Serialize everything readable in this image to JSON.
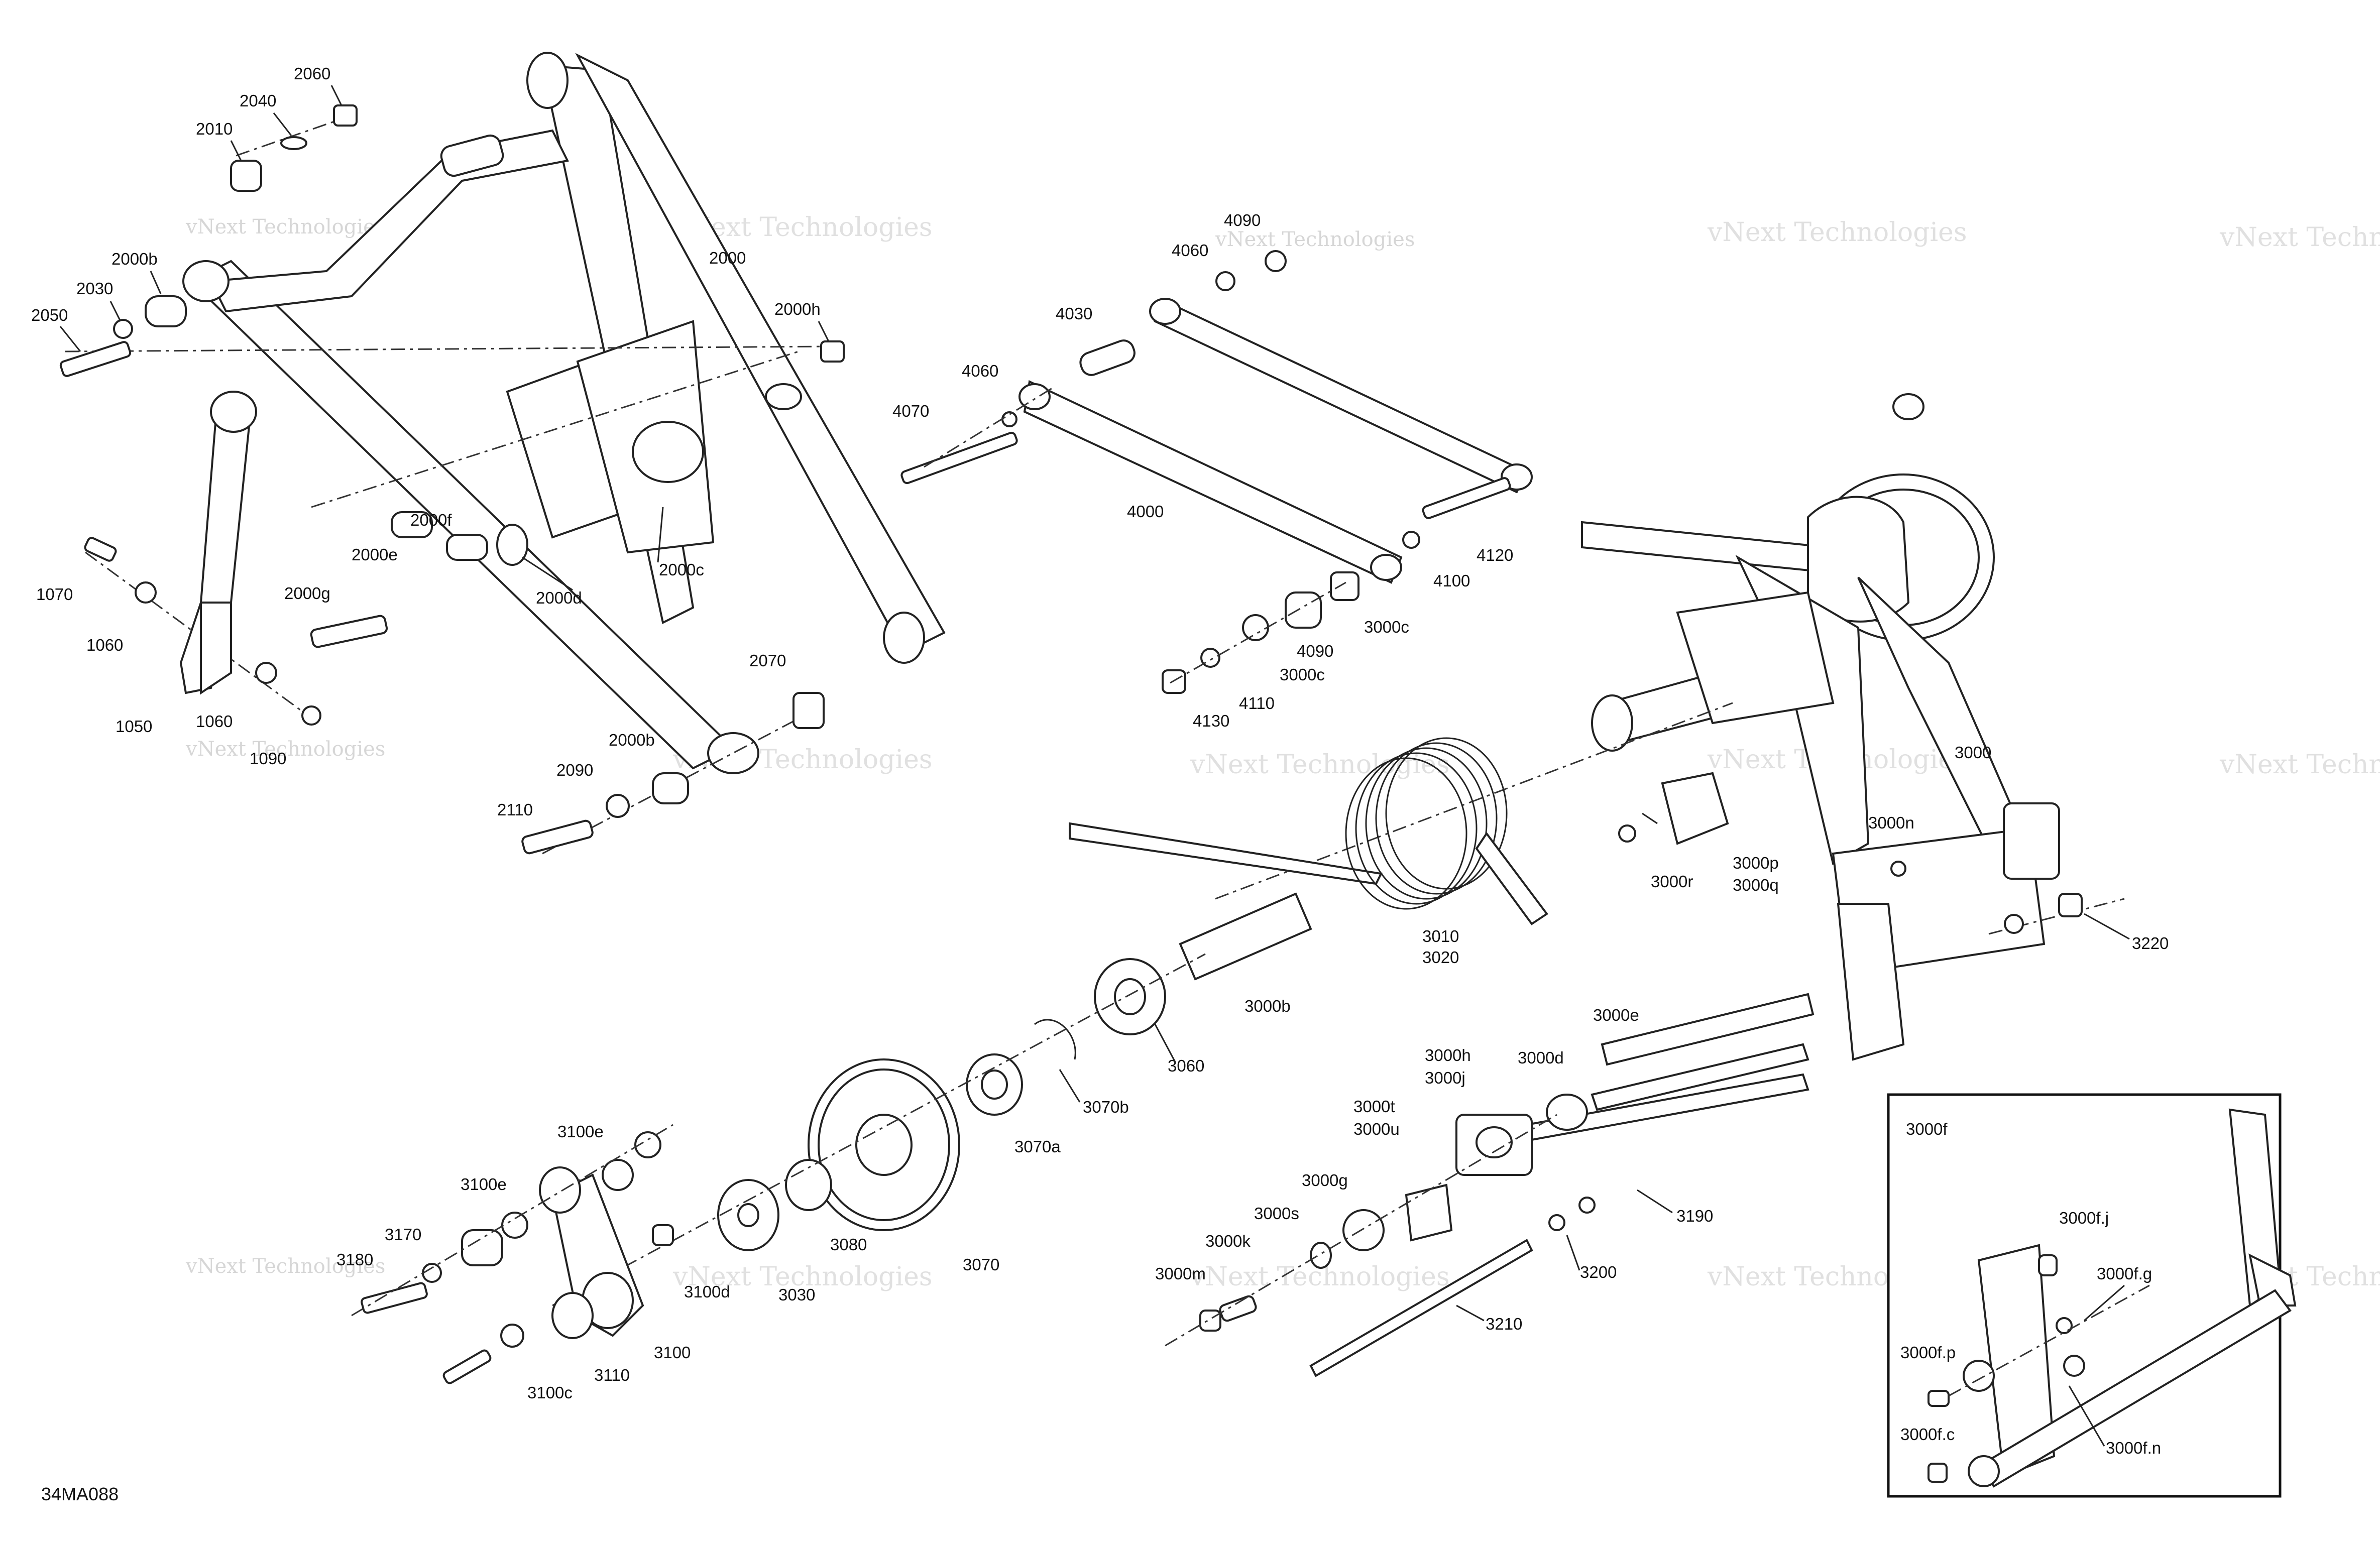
{
  "document_code": "34MA088",
  "inset_title": "3000f",
  "watermark": {
    "line1": "vNext Technologies",
    "line2": "vNext",
    "line3": "Technologies"
  },
  "callouts": [
    "2060",
    "2040",
    "2010",
    "2000",
    "2000b",
    "2030",
    "2050",
    "2000h",
    "1070",
    "1060",
    "1050",
    "1060",
    "1090",
    "2000f",
    "2000e",
    "2000g",
    "2000c",
    "2000d",
    "2070",
    "2000b",
    "2090",
    "2110",
    "4090",
    "4060",
    "4030",
    "4060",
    "4070",
    "4000",
    "4120",
    "4100",
    "3000c",
    "4090",
    "3000c",
    "4110",
    "4130",
    "3000",
    "3000n",
    "3000p",
    "3000q",
    "3000r",
    "3220",
    "3010",
    "3020",
    "3000b",
    "3060",
    "3070b",
    "3070a",
    "3000e",
    "3000h",
    "3000j",
    "3000d",
    "3000t",
    "3000u",
    "3000g",
    "3000s",
    "3000k",
    "3000m",
    "3190",
    "3200",
    "3210",
    "3100e",
    "3100e",
    "3170",
    "3180",
    "3100d",
    "3030",
    "3080",
    "3070",
    "3100",
    "3110",
    "3100c",
    "3000f.j",
    "3000f.g",
    "3000f.p",
    "3000f.c",
    "3000f.n"
  ]
}
